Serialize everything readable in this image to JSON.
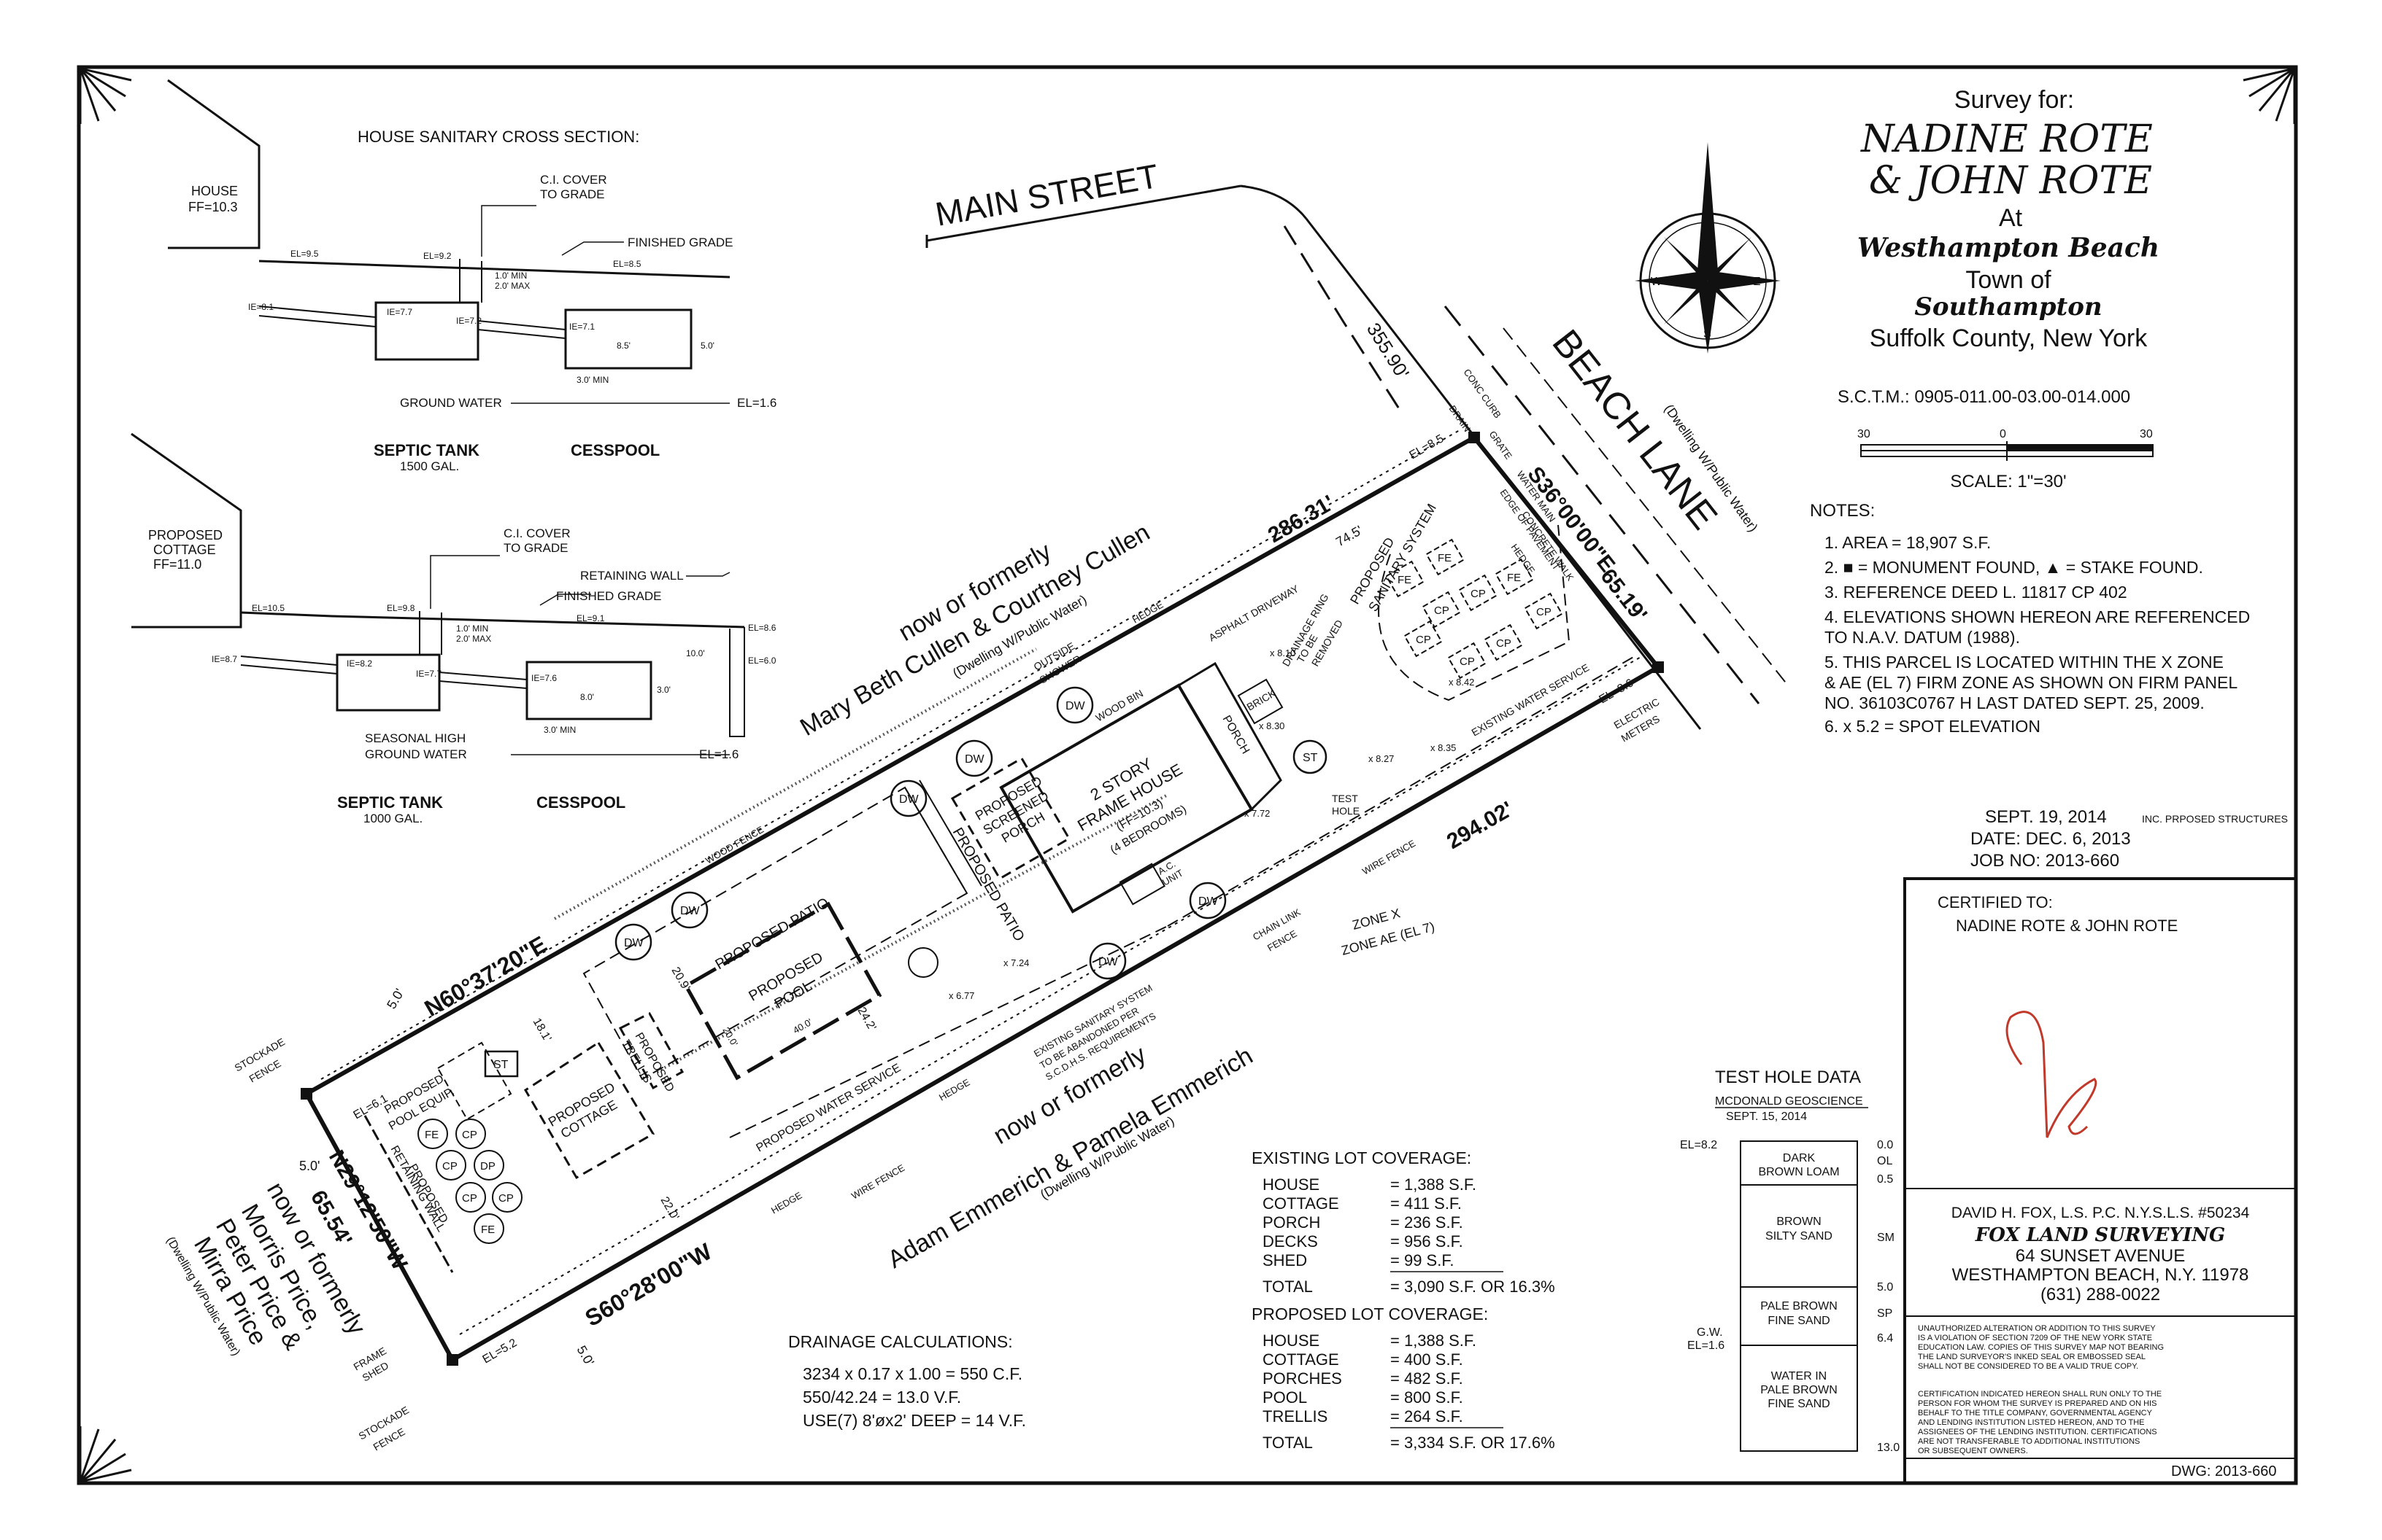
{
  "title_block": {
    "survey_for": "Survey for:",
    "client_line1": "NADINE ROTE",
    "client_line2": "& JOHN ROTE",
    "at": "At",
    "village": "Westhampton Beach",
    "town_of": "Town of",
    "town": "Southampton",
    "county": "Suffolk County, New York",
    "sctm": "S.C.T.M.:  0905-011.00-03.00-014.000",
    "scale_ticks": [
      "30",
      "0",
      "30"
    ],
    "scale": "SCALE: 1\"=30'"
  },
  "notes": {
    "heading": "NOTES:",
    "items": [
      "1.  AREA = 18,907 S.F.",
      "2.  ■ = MONUMENT FOUND,  ▲ = STAKE FOUND.",
      "3.  REFERENCE DEED L. 11817 CP 402",
      "4.  ELEVATIONS SHOWN HEREON ARE REFERENCED",
      "     TO N.A.V. DATUM (1988).",
      "5.  THIS PARCEL IS LOCATED WITHIN THE X ZONE",
      "     & AE (EL 7) FIRM ZONE AS SHOWN ON FIRM PANEL",
      "     NO. 36103C0767 H LAST DATED SEPT. 25, 2009.",
      "6.  x 5.2 = SPOT ELEVATION"
    ]
  },
  "dates": {
    "revision": "SEPT. 19, 2014",
    "revision_note": "INC. PRPOSED STRUCTURES",
    "date": "DATE: DEC. 6, 2013",
    "job": "JOB NO: 2013-660"
  },
  "certified": {
    "label": "CERTIFIED TO:",
    "names": "NADINE ROTE & JOHN ROTE"
  },
  "surveyor": {
    "name": "DAVID H. FOX, L.S. P.C.  N.Y.S.L.S. #50234",
    "company": "FOX LAND SURVEYING",
    "address": "64 SUNSET AVENUE",
    "city": "WESTHAMPTON BEACH, N.Y. 11978",
    "phone": "(631) 288-0022"
  },
  "disclaimers": [
    "UNAUTHORIZED ALTERATION OR ADDITION TO THIS SURVEY",
    "IS A VIOLATION OF SECTION 7209 OF THE NEW YORK STATE",
    "EDUCATION LAW. COPIES OF THIS SURVEY MAP NOT BEARING",
    "THE LAND SURVEYOR'S INKED SEAL OR EMBOSSED SEAL",
    "SHALL NOT BE CONSIDERED TO BE A VALID TRUE COPY.",
    "CERTIFICATION INDICATED HEREON SHALL RUN ONLY TO THE",
    "PERSON FOR WHOM THE SURVEY IS PREPARED AND ON HIS",
    "BEHALF TO THE TITLE COMPANY, GOVERNMENTAL AGENCY",
    "AND LENDING INSTITUTION LISTED HEREON, AND TO THE",
    "ASSIGNEES OF THE LENDING INSTITUTION. CERTIFICATIONS",
    "ARE NOT TRANSFERABLE TO ADDITIONAL INSTITUTIONS",
    "OR SUBSEQUENT OWNERS."
  ],
  "dwg": "DWG:  2013-660",
  "test_hole": {
    "title": "TEST HOLE DATA",
    "by": "MCDONALD GEOSCIENCE",
    "date": "SEPT. 15, 2014",
    "el_top": "EL=8.2",
    "gw": "G.W.",
    "el_gw": "EL=1.6",
    "layers": [
      {
        "name1": "DARK",
        "name2": "BROWN LOAM",
        "name3": "",
        "code": "OL"
      },
      {
        "name1": "BROWN",
        "name2": "SILTY SAND",
        "name3": "",
        "code": "SM"
      },
      {
        "name1": "PALE BROWN",
        "name2": "FINE SAND",
        "name3": "",
        "code": "SP"
      },
      {
        "name1": "WATER IN",
        "name2": "PALE BROWN",
        "name3": "FINE SAND",
        "code": ""
      }
    ],
    "depths": [
      "0.0",
      "0.5",
      "5.0",
      "6.4",
      "13.0"
    ]
  },
  "existing_coverage": {
    "title": "EXISTING LOT COVERAGE:",
    "rows": [
      {
        "item": "HOUSE",
        "value": "= 1,388 S.F."
      },
      {
        "item": "COTTAGE",
        "value": "= 411 S.F."
      },
      {
        "item": "PORCH",
        "value": "= 236 S.F."
      },
      {
        "item": "DECKS",
        "value": "= 956 S.F."
      },
      {
        "item": "SHED",
        "value": "= 99 S.F."
      },
      {
        "item": "TOTAL",
        "value": "= 3,090 S.F.  OR 16.3%"
      }
    ]
  },
  "proposed_coverage": {
    "title": "PROPOSED LOT COVERAGE:",
    "rows": [
      {
        "item": "HOUSE",
        "value": "= 1,388 S.F."
      },
      {
        "item": "COTTAGE",
        "value": "= 400 S.F."
      },
      {
        "item": "PORCHES",
        "value": "= 482 S.F."
      },
      {
        "item": "POOL",
        "value": "= 800 S.F."
      },
      {
        "item": "TRELLIS",
        "value": "= 264 S.F."
      },
      {
        "item": "TOTAL",
        "value": "= 3,334 S.F.  OR 17.6%"
      }
    ]
  },
  "drainage": {
    "title": "DRAINAGE CALCULATIONS:",
    "lines": [
      "3234 x 0.17 x 1.00 = 550 C.F.",
      "550/42.24 = 13.0 V.F.",
      "USE(7) 8'øx2' DEEP = 14 V.F."
    ]
  },
  "section1": {
    "title": "HOUSE SANITARY CROSS SECTION:",
    "house": "HOUSE",
    "ff": "FF=10.3",
    "cover1": "C.I. COVER",
    "cover2": "TO GRADE",
    "finished_grade": "FINISHED GRADE",
    "ground_water": "GROUND WATER",
    "el_gw": "EL=1.6",
    "tank": "SEPTIC TANK",
    "tank_size": "1500 GAL.",
    "cesspool": "CESSPOOL",
    "labels": [
      "EL=9.5",
      "EL=9.2",
      "IE=8.1",
      "IE=7.7",
      "IE=7.2",
      "IE=7.1",
      "EL=8.5",
      "1.0' MIN",
      "2.0' MAX",
      "8.5'",
      "3.0' MIN",
      "5.0'"
    ]
  },
  "section2": {
    "proposed": "PROPOSED",
    "cottage": "COTTAGE",
    "ff": "FF=11.0",
    "cover1": "C.I. COVER",
    "cover2": "TO GRADE",
    "retaining": "RETAINING WALL",
    "finished_grade": "FINISHED GRADE",
    "gw1": "SEASONAL HIGH",
    "gw2": "GROUND WATER",
    "el_gw": "EL=1.6",
    "tank": "SEPTIC TANK",
    "tank_size": "1000 GAL.",
    "cesspool": "CESSPOOL",
    "labels": [
      "EL=10.5",
      "EL=9.8",
      "IE=8.7",
      "IE=8.2",
      "IE=7.7",
      "IE=7.6",
      "EL=9.1",
      "EL=8.6",
      "EL=6.0",
      "1.0' MIN",
      "2.0' MAX",
      "8.0'",
      "3.0'",
      "3.0' MIN",
      "10.0'"
    ]
  },
  "site": {
    "main_street": "MAIN STREET",
    "beach_lane": "BEACH LANE",
    "beach_lane_note": "(Dwelling W/Public Water)",
    "n_owner1": "now or formerly",
    "n_owner2": "Mary Beth Cullen & Courtney Cullen",
    "n_owner3": "(Dwelling W/Public Water)",
    "s_owner1": "now or formerly",
    "s_owner2": "Adam Emmerich & Pamela Emmerich",
    "s_owner3": "(Dwelling W/Public Water)",
    "w_owner1": "now or formerly",
    "w_owner2": "Morris Price,",
    "w_owner3": "Peter Price &",
    "w_owner4": "Mirra Price",
    "w_owner5": "(Dwelling W/Public Water)",
    "bearing_n": "N60°37'20\"E",
    "dist_n": "286.31'",
    "bearing_e": "S36°00'00\"E",
    "dist_e": "65.19'",
    "bearing_s": "S60°28'00\"W",
    "dist_s": "294.02'",
    "bearing_w": "N29°12'50\"W",
    "dist_w": "65.54'",
    "dist_main": "355.90'",
    "house1": "2 STORY",
    "house2": "FRAME HOUSE",
    "house3": "(FF=10.3)",
    "house4": "(4 BEDROOMS)",
    "screened1": "PROPOSED",
    "screened2": "SCREENED",
    "screened3": "PORCH",
    "porch": "PORCH",
    "brick": "BRICK",
    "wood_bin": "WOOD BIN",
    "outside_shower1": "OUTSIDE",
    "outside_shower2": "SHOWER",
    "ac1": "A.C.",
    "ac2": "UNIT",
    "patio1": "PROPOSED PATIO",
    "patio2": "PROPOSED PATIO",
    "pool1": "PROPOSED",
    "pool2": "POOL",
    "pool_w": "20.0'",
    "pool_l": "40.0'",
    "cottage1": "PROPOSED",
    "cottage2": "COTTAGE",
    "trellis1": "PROPOSED",
    "trellis2": "TRELLIS",
    "pool_equip1": "PROPOSED",
    "pool_equip2": "POOL EQUIP.",
    "retaining1": "PROPOSED",
    "retaining2": "RETAINING WALL",
    "sanitary1": "PROPOSED",
    "sanitary2": "SANITARY SYSTEM",
    "drainage_ring1": "DRAINAGE RING",
    "drainage_ring2": "TO BE",
    "drainage_ring3": "REMOVED",
    "existing_sanitary1": "EXISTING SANITARY SYSTEM",
    "existing_sanitary2": "TO BE ABANDONED PER",
    "existing_sanitary3": "S.C.D.H.S. REQUIREMENTS",
    "water_service": "EXISTING WATER SERVICE",
    "prop_water": "PROPOSED WATER SERVICE",
    "driveway": "ASPHALT DRIVEWAY",
    "hedge": "HEDGE",
    "wood_fence": "WOOD FENCE",
    "wire_fence": "WIRE FENCE",
    "chain_fence1": "CHAIN LINK",
    "chain_fence2": "FENCE",
    "stockade1": "STOCKADE",
    "stockade2": "FENCE",
    "frame_shed1": "FRAME",
    "frame_shed2": "SHED",
    "zone1": "ZONE X",
    "zone2": "ZONE AE (EL 7)",
    "test_hole1": "TEST",
    "test_hole2": "HOLE",
    "electric1": "ELECTRIC",
    "electric2": "METERS",
    "water_main": "WATER MAIN",
    "edge_pave": "EDGE OF PAVEMENT",
    "conc_walk": "CONCRETE WALK",
    "conc_curb": "CONC CURB",
    "grate": "GRATE",
    "drain": "DRAIN",
    "hedge_e": "HEDGE",
    "el_ne": "EL=8.5",
    "el_se": "EL=8.6",
    "el_nw": "EL=6.1",
    "el_sw": "EL=5.2",
    "dw": "DW",
    "st": "ST",
    "fe": "FE",
    "cp": "CP",
    "dp": "DP",
    "d20_9": "20.9'",
    "d24_2": "24.2'",
    "d22_0": "22.0'",
    "d18_1": "18.1'",
    "d74_5": "74.5'",
    "d5_0a": "5.0'",
    "d5_0b": "5.0'",
    "d5_0c": "5.0'",
    "spot1": "x 8.35",
    "spot2": "x 8.27",
    "spot3": "x 7.72",
    "spot4": "x 8.30",
    "spot5": "x 8.10",
    "spot6": "x 7.24",
    "spot7": "x 6.77",
    "spot8": "x 8.42"
  },
  "compass": {
    "n": "N",
    "s": "S",
    "e": "E",
    "w": "W"
  }
}
